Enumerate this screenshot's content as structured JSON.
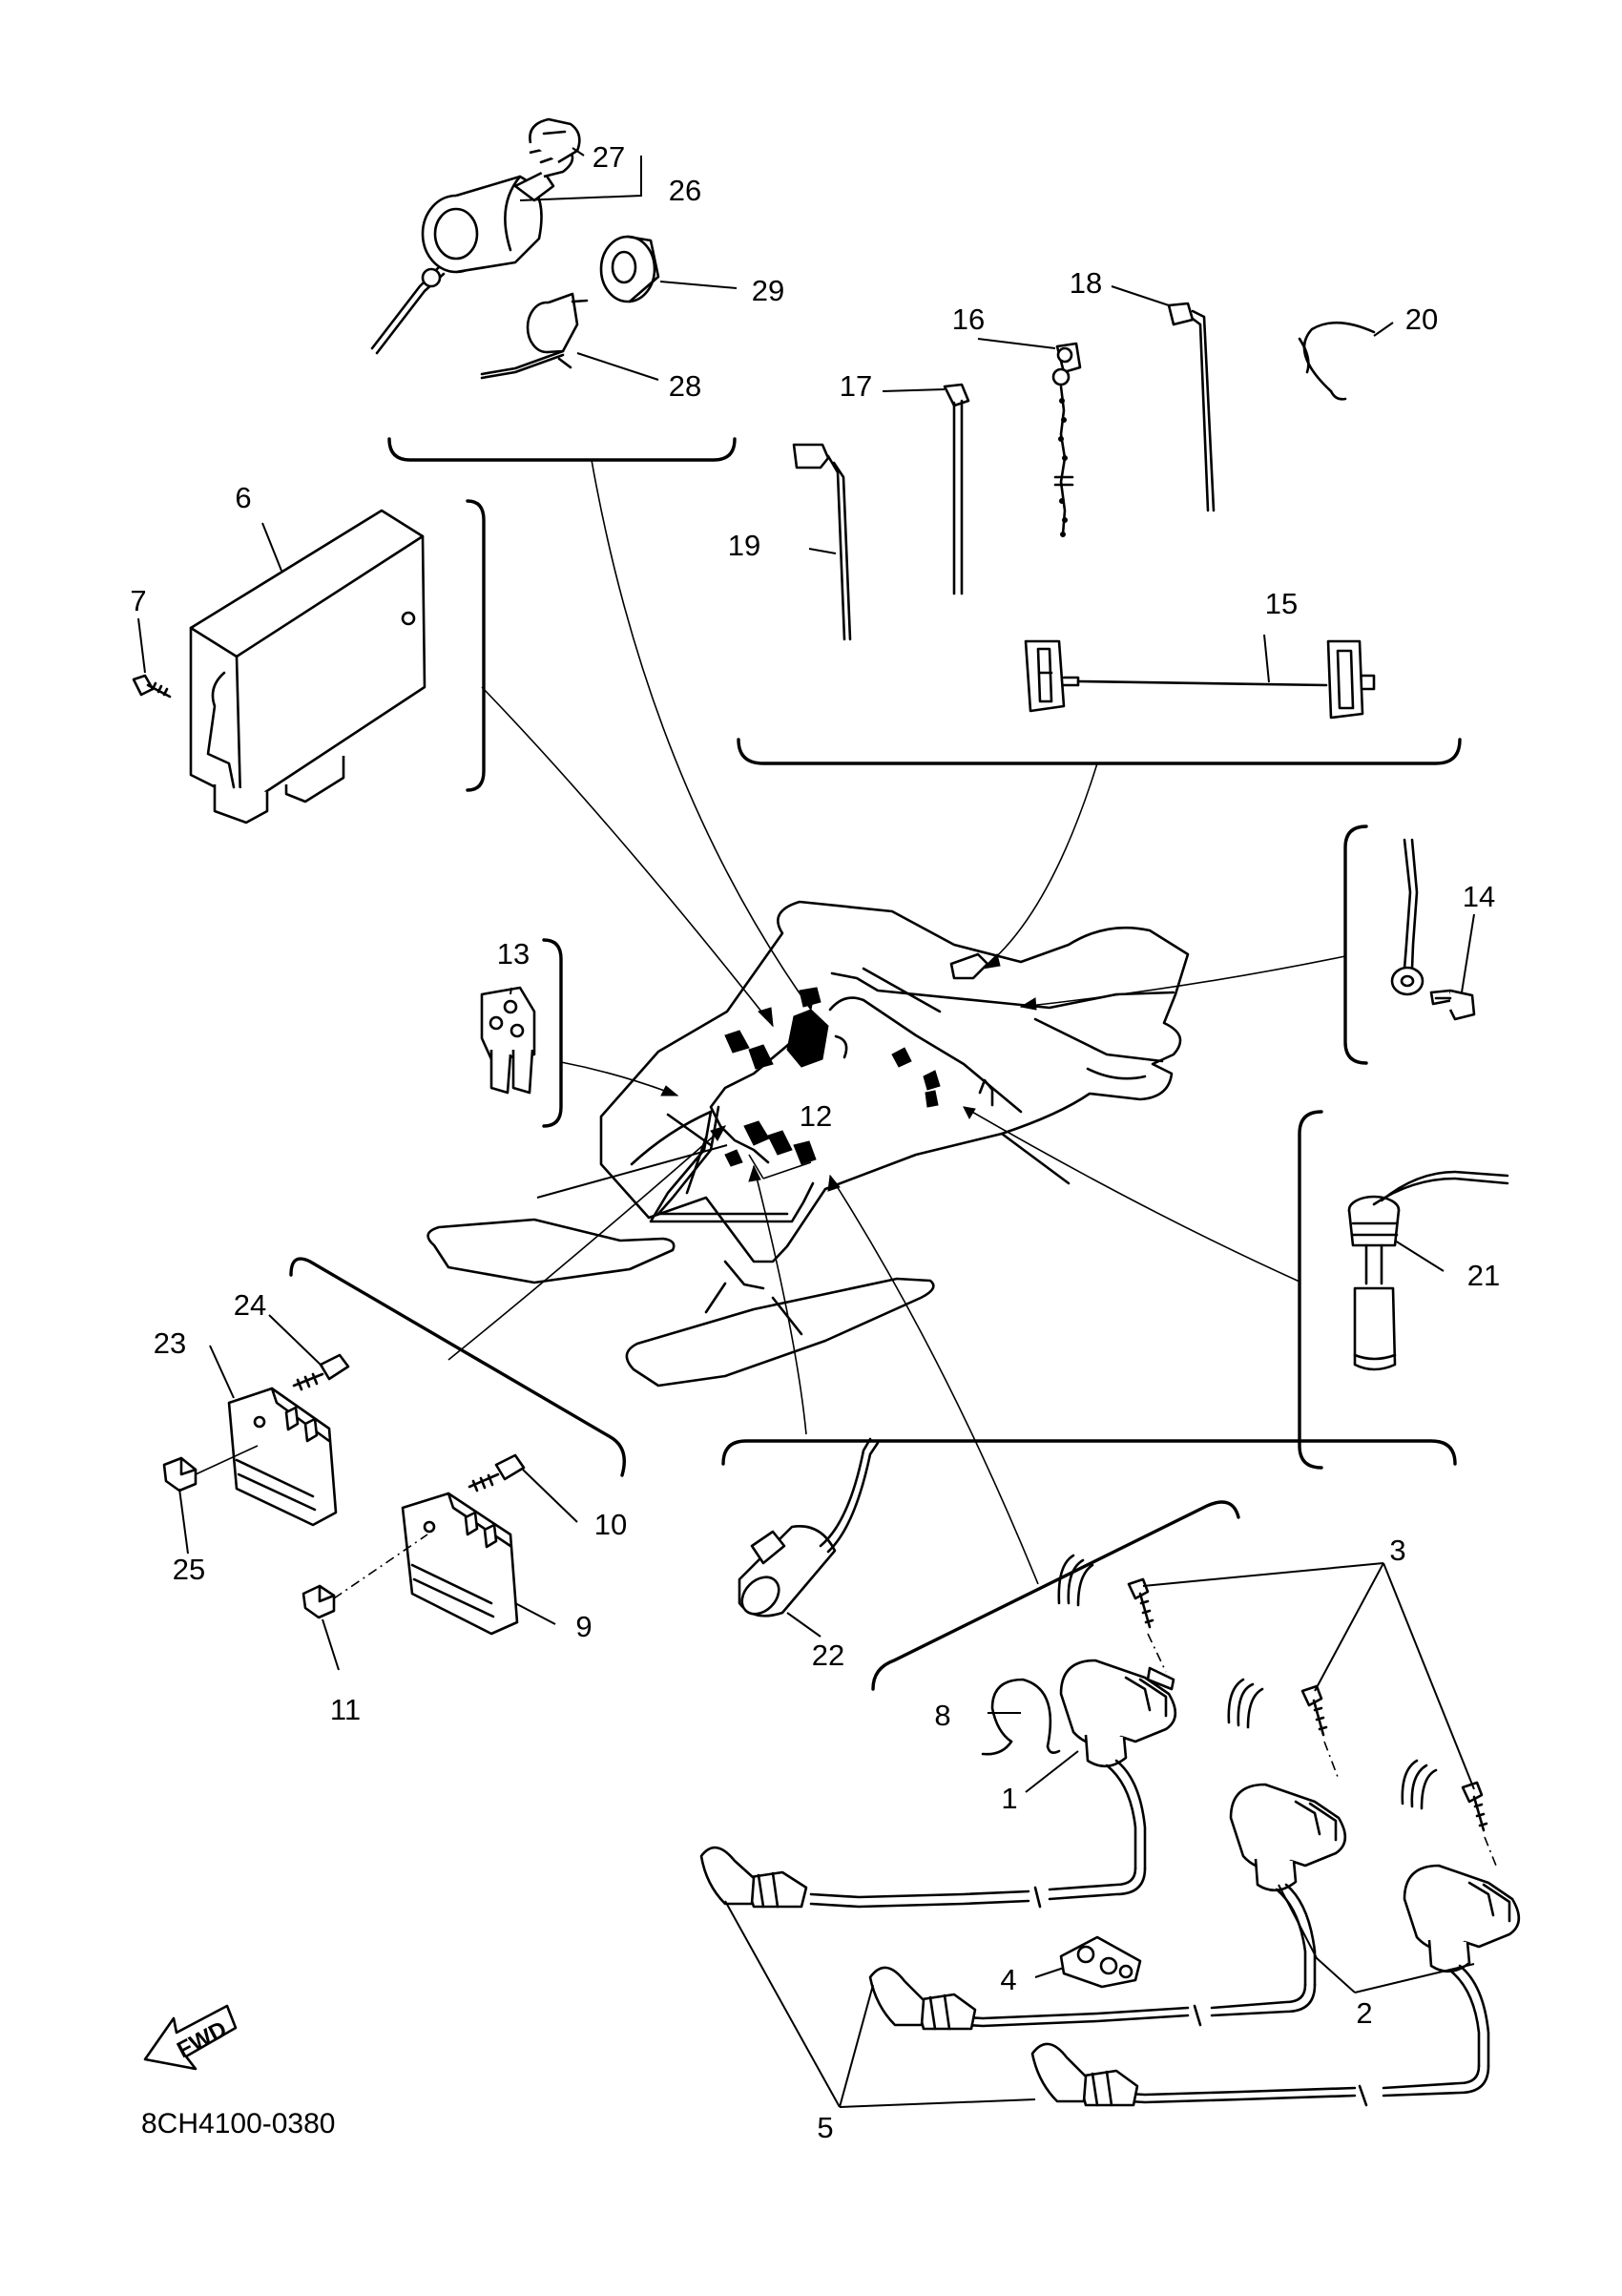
{
  "diagram": {
    "drawing_code": "8CH4100-0380",
    "direction_arrow": "FWD",
    "callouts": [
      "1",
      "2",
      "3",
      "4",
      "5",
      "6",
      "7",
      "8",
      "9",
      "10",
      "11",
      "12",
      "13",
      "14",
      "15",
      "16",
      "17",
      "18",
      "19",
      "20",
      "21",
      "22",
      "23",
      "24",
      "25",
      "26",
      "27",
      "28",
      "29"
    ]
  }
}
